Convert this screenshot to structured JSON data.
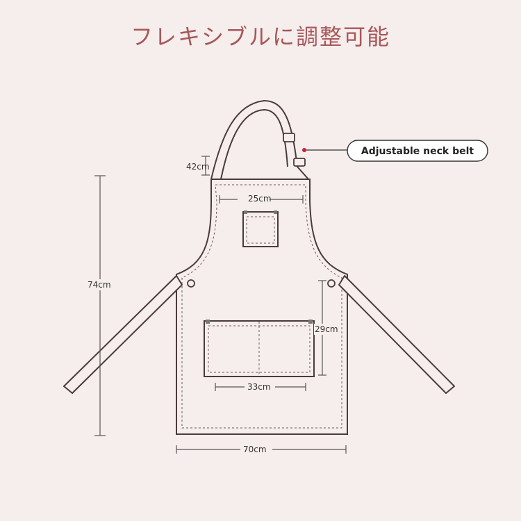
{
  "title": "フレキシブルに調整可能",
  "callout": {
    "label": "Adjustable neck belt",
    "dot_color": "#d0202a"
  },
  "dimensions": {
    "strap_height": "42cm",
    "bib_width": "25cm",
    "total_length": "74cm",
    "pocket_height": "29cm",
    "pocket_width": "33cm",
    "bottom_width": "70cm"
  },
  "colors": {
    "background": "#f5eeec",
    "outline": "#4a3b3b",
    "title": "#a8575a"
  }
}
